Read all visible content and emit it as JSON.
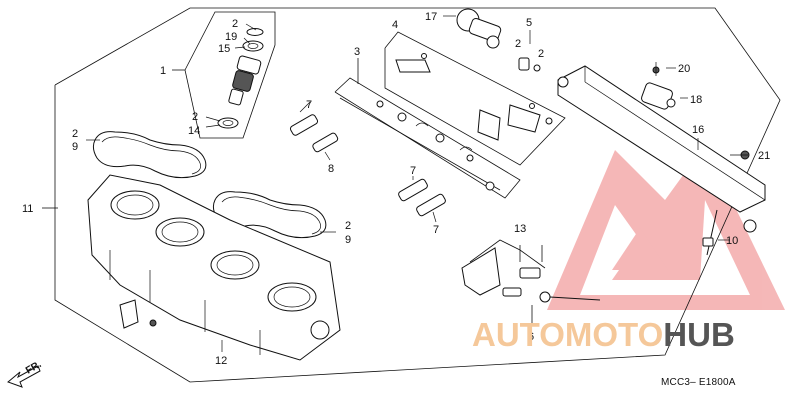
{
  "diagram": {
    "callouts": [
      {
        "id": "c1",
        "text": "1"
      },
      {
        "id": "c2a",
        "text": "2"
      },
      {
        "id": "c19",
        "text": "19"
      },
      {
        "id": "c15",
        "text": "15"
      },
      {
        "id": "c2b",
        "text": "2"
      },
      {
        "id": "c14",
        "text": "14"
      },
      {
        "id": "c3",
        "text": "3"
      },
      {
        "id": "c4",
        "text": "4"
      },
      {
        "id": "c17",
        "text": "17"
      },
      {
        "id": "c5",
        "text": "5"
      },
      {
        "id": "c2c",
        "text": "2"
      },
      {
        "id": "c2d",
        "text": "2"
      },
      {
        "id": "c20",
        "text": "20"
      },
      {
        "id": "c18",
        "text": "18"
      },
      {
        "id": "c16",
        "text": "16"
      },
      {
        "id": "c21",
        "text": "21"
      },
      {
        "id": "c10",
        "text": "10"
      },
      {
        "id": "c7a",
        "text": "7"
      },
      {
        "id": "c8",
        "text": "8"
      },
      {
        "id": "c7b",
        "text": "7"
      },
      {
        "id": "c7c",
        "text": "7"
      },
      {
        "id": "c2e",
        "text": "2"
      },
      {
        "id": "c9a",
        "text": "9"
      },
      {
        "id": "c2f",
        "text": "2"
      },
      {
        "id": "c9b",
        "text": "9"
      },
      {
        "id": "c11",
        "text": "11"
      },
      {
        "id": "c12",
        "text": "12"
      },
      {
        "id": "c13",
        "text": "13"
      },
      {
        "id": "c6",
        "text": "6"
      }
    ],
    "front_label": "FR.",
    "diagram_code": "MCC3– E1800A"
  },
  "watermark": {
    "brand_part1": "AUTOMOTO",
    "brand_part2": "HUB",
    "color_part1": "#f5c89a",
    "color_part2": "#555555",
    "logo_color": "#f0a0a0"
  }
}
